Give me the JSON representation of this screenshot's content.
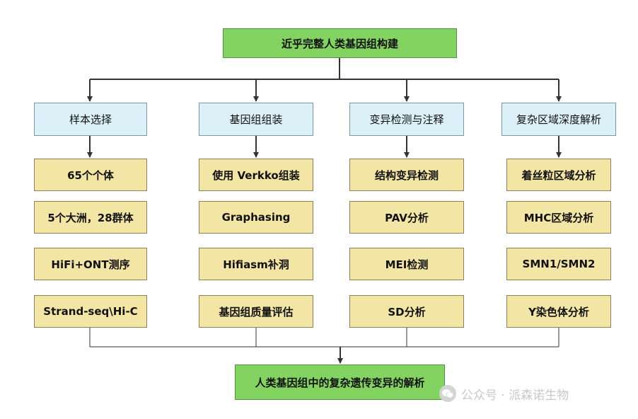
{
  "title": "近乎完整人类基因组构建",
  "bottom": "人类基因组中的复杂遗传变异的解析",
  "columns": [
    {
      "header": "样本选择",
      "items": [
        "65个个体",
        "5个大洲，28群体",
        "HiFi+ONT测序",
        "Strand-seq\\Hi-C"
      ]
    },
    {
      "header": "基因组组装",
      "items": [
        "使用 Verkko组装",
        "Graphasing",
        "Hifiasm补洞",
        "基因组质量评估"
      ]
    },
    {
      "header": "变异检测与注释",
      "items": [
        "结构变异检测",
        "PAV分析",
        "MEI检测",
        "SD分析"
      ]
    },
    {
      "header": "复杂区域深度解析",
      "items": [
        "着丝粒区域分析",
        "MHC区域分析",
        "SMN1/SMN2",
        "Y染色体分析"
      ]
    }
  ],
  "watermark": "公众号 · 派森诺生物",
  "colors": {
    "green": "#82d35f",
    "blue": "#dcf1f7",
    "yellow": "#f3e6a5",
    "line": "#333333"
  }
}
